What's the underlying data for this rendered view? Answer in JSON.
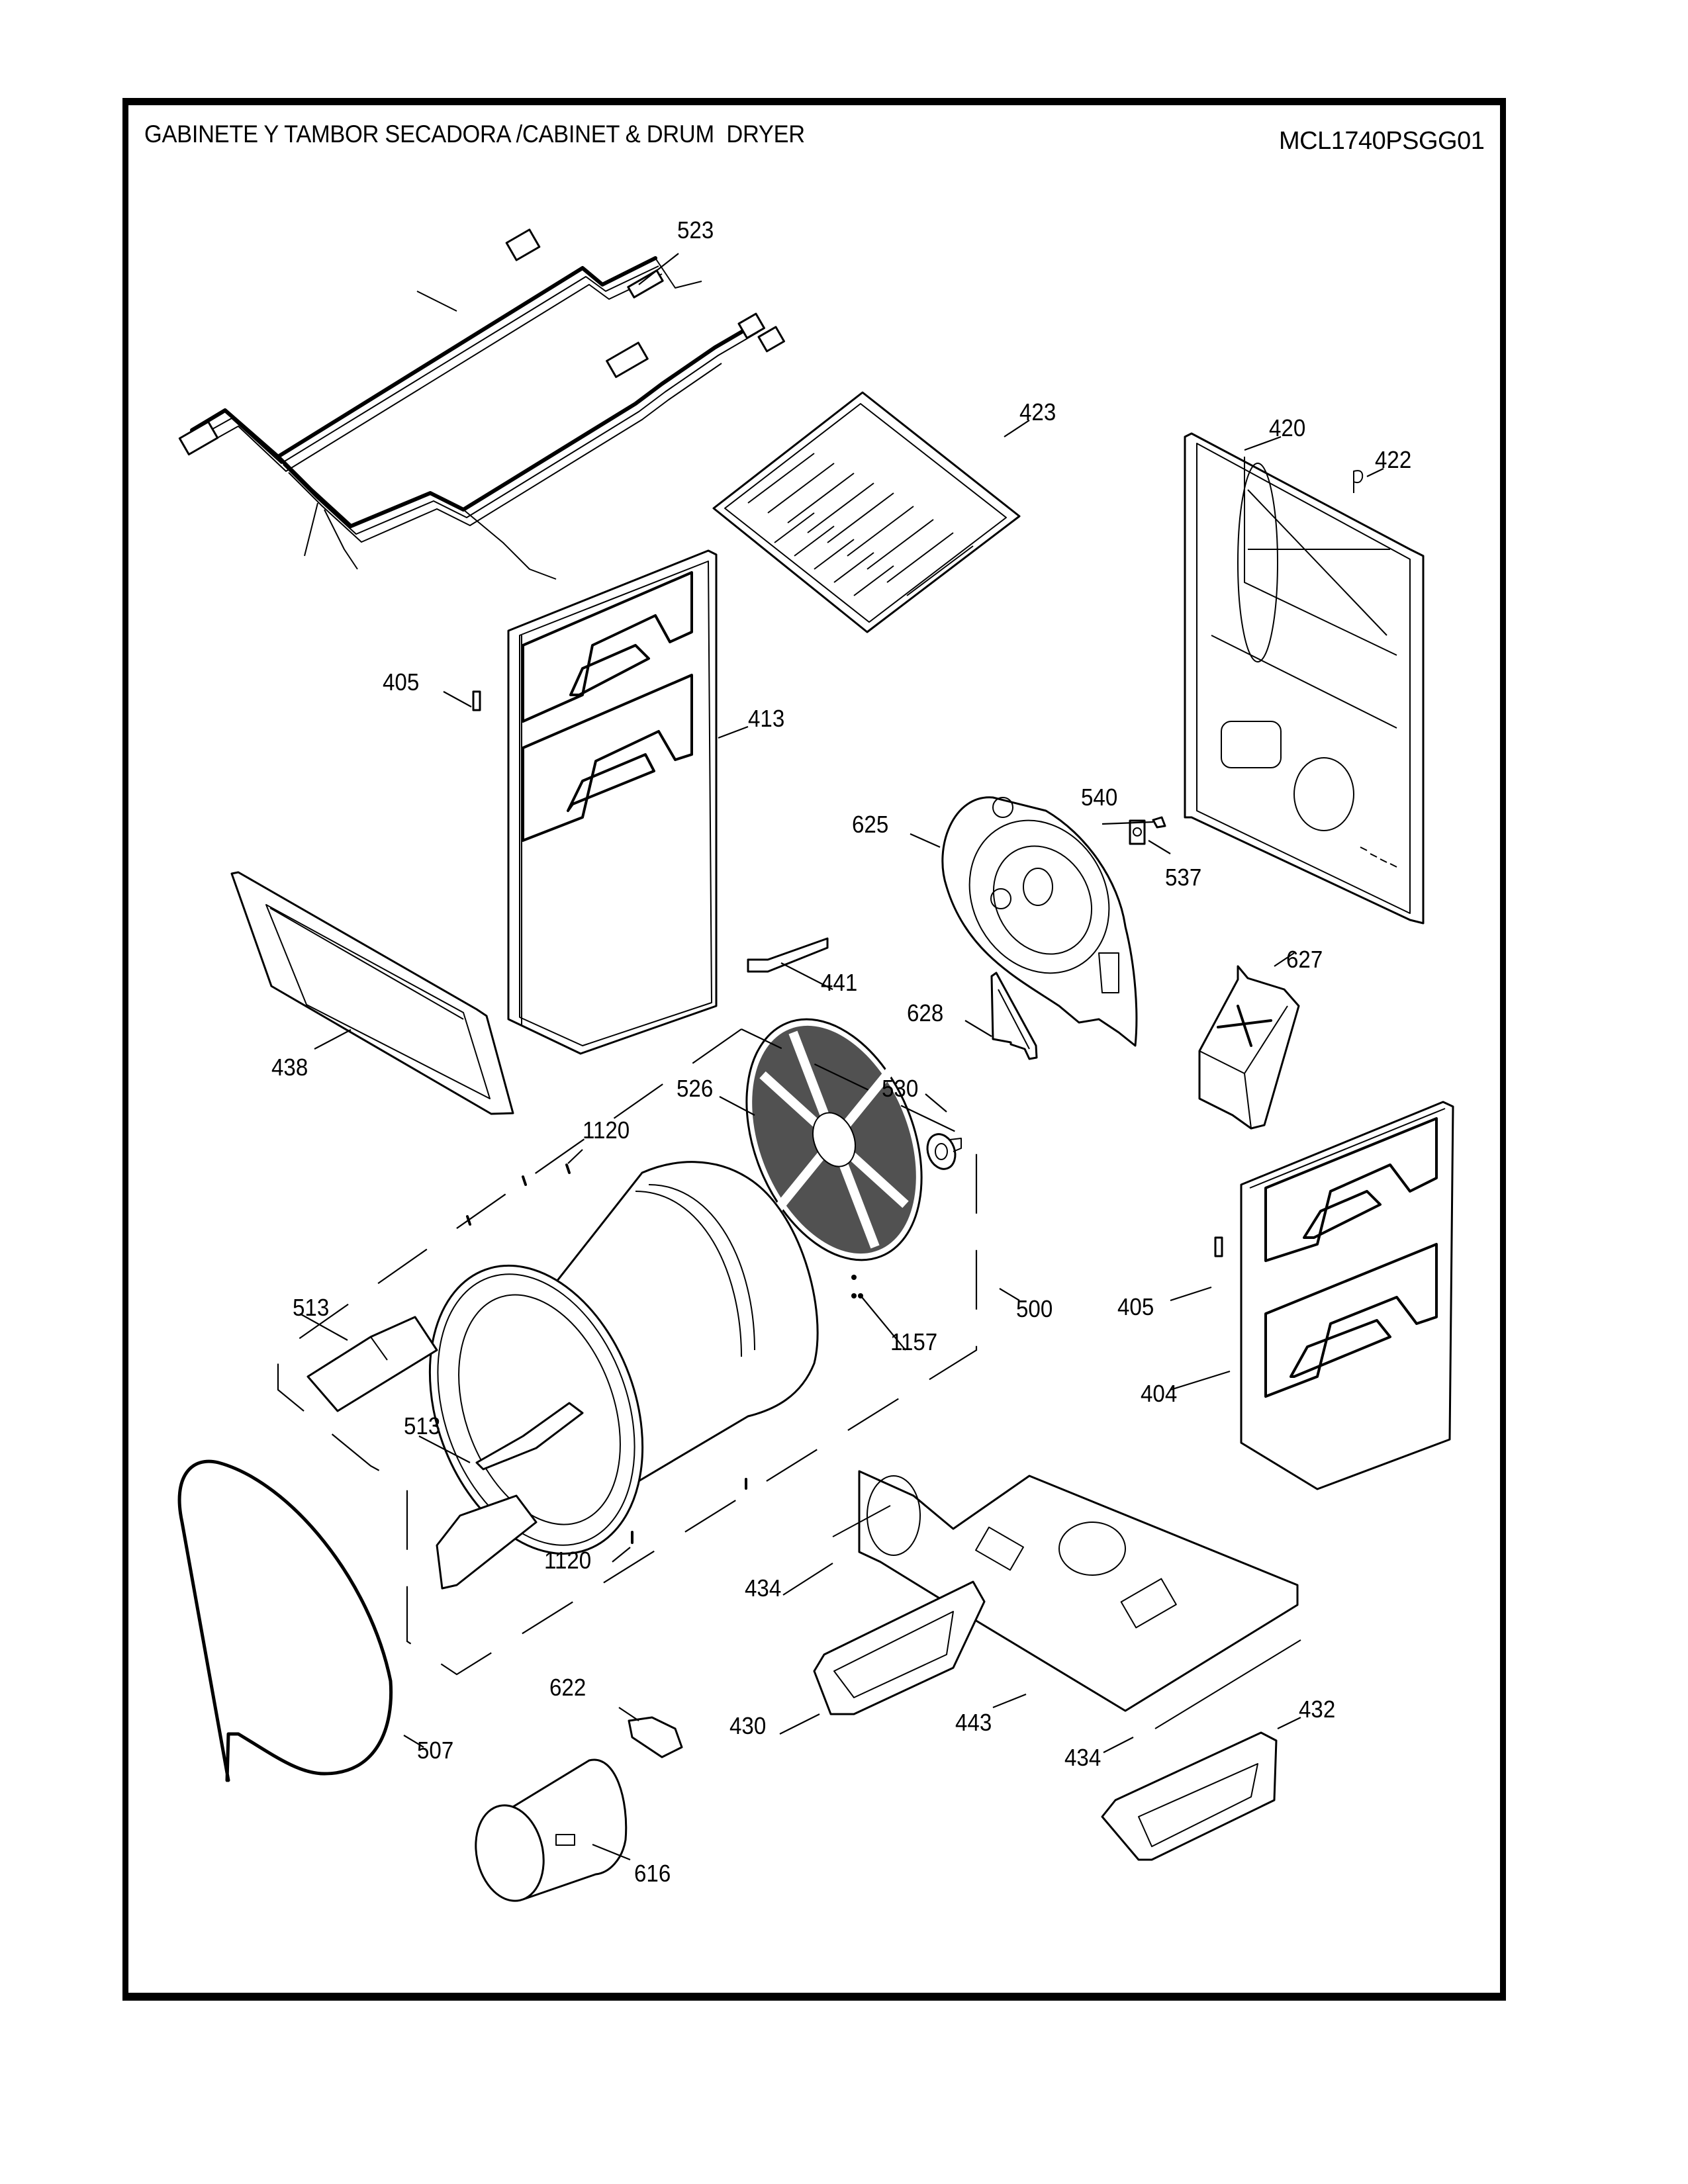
{
  "header": {
    "title": "GABINETE Y TAMBOR SECADORA /CABINET & DRUM  DRYER",
    "model_number": "MCL1740PSGG01"
  },
  "parts": [
    {
      "id": "harness",
      "label": "523"
    },
    {
      "id": "top-panel",
      "label": "423"
    },
    {
      "id": "rear-panel",
      "label": "420"
    },
    {
      "id": "rear-screw",
      "label": "422"
    },
    {
      "id": "clip-left",
      "label": "405"
    },
    {
      "id": "side-panel-left",
      "label": "413"
    },
    {
      "id": "blower-housing",
      "label": "625"
    },
    {
      "id": "part-540",
      "label": "540"
    },
    {
      "id": "part-537",
      "label": "537"
    },
    {
      "id": "front-panel",
      "label": "438"
    },
    {
      "id": "bracket-441",
      "label": "441"
    },
    {
      "id": "bracket-628",
      "label": "628"
    },
    {
      "id": "heater-box",
      "label": "627"
    },
    {
      "id": "drum-rear-bulkhead",
      "label": "526"
    },
    {
      "id": "bearing",
      "label": "530"
    },
    {
      "id": "drum-screw-top",
      "label": "1120"
    },
    {
      "id": "drum-assembly",
      "label": "500"
    },
    {
      "id": "clip-right",
      "label": "405"
    },
    {
      "id": "baffle-top",
      "label": "513"
    },
    {
      "id": "baffle-mid",
      "label": "513"
    },
    {
      "id": "screw-1157",
      "label": "1157"
    },
    {
      "id": "side-panel-right",
      "label": "404"
    },
    {
      "id": "drum-screw-bottom",
      "label": "1120"
    },
    {
      "id": "strip-434-left",
      "label": "434"
    },
    {
      "id": "front-seal",
      "label": "507"
    },
    {
      "id": "part-622",
      "label": "622"
    },
    {
      "id": "kick-plate-430",
      "label": "430"
    },
    {
      "id": "base",
      "label": "443"
    },
    {
      "id": "strip-434-right",
      "label": "434"
    },
    {
      "id": "kick-plate-432",
      "label": "432"
    },
    {
      "id": "motor",
      "label": "616"
    }
  ]
}
